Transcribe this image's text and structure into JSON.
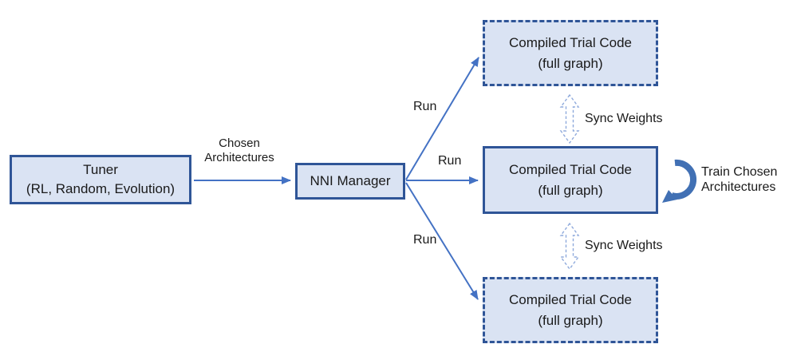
{
  "colors": {
    "box_fill": "#dae3f3",
    "box_border": "#2f5597",
    "arrow": "#4472c4",
    "sync_arrow": "#8faadc",
    "loop_arrow": "#4170b4",
    "text": "#1a1a1a"
  },
  "nodes": {
    "tuner": {
      "line1": "Tuner",
      "line2": "(RL, Random, Evolution)"
    },
    "nni_manager": {
      "label": "NNI Manager"
    },
    "trials": [
      {
        "line1": "Compiled Trial Code",
        "line2": "(full graph)",
        "border": "dashed"
      },
      {
        "line1": "Compiled Trial Code",
        "line2": "(full graph)",
        "border": "solid"
      },
      {
        "line1": "Compiled Trial Code",
        "line2": "(full graph)",
        "border": "dashed"
      }
    ]
  },
  "edges": {
    "chosen_architectures": {
      "line1": "Chosen",
      "line2": "Architectures"
    },
    "run_labels": [
      "Run",
      "Run",
      "Run"
    ],
    "sync_weights_top": "Sync Weights",
    "sync_weights_bottom": "Sync Weights",
    "train_loop": {
      "line1": "Train Chosen",
      "line2": "Architectures"
    }
  }
}
